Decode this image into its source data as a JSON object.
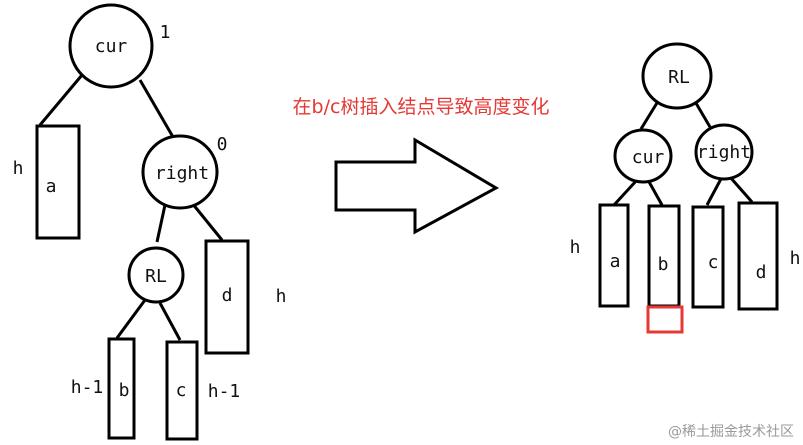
{
  "caption": "在b/c树插入结点导致高度变化",
  "watermark": "@稀土掘金技术社区",
  "colors": {
    "stroke": "#000000",
    "highlight": "#e53935",
    "watermark": "#9a9a9a"
  },
  "before": {
    "cur": {
      "label": "cur",
      "balance": "1"
    },
    "right": {
      "label": "right",
      "balance": "0"
    },
    "rl": {
      "label": "RL"
    },
    "subtrees": {
      "a": {
        "label": "a",
        "height": "h"
      },
      "b": {
        "label": "b",
        "height": "h-1"
      },
      "c": {
        "label": "c",
        "height": "h-1"
      },
      "d": {
        "label": "d",
        "height": "h"
      }
    }
  },
  "after": {
    "rl": {
      "label": "RL"
    },
    "cur": {
      "label": "cur"
    },
    "right": {
      "label": "right"
    },
    "subtrees": {
      "a": {
        "label": "a",
        "height": "h"
      },
      "b": {
        "label": "b"
      },
      "c": {
        "label": "c"
      },
      "d": {
        "label": "d",
        "height": "h"
      }
    }
  },
  "arrow": "right-arrow"
}
